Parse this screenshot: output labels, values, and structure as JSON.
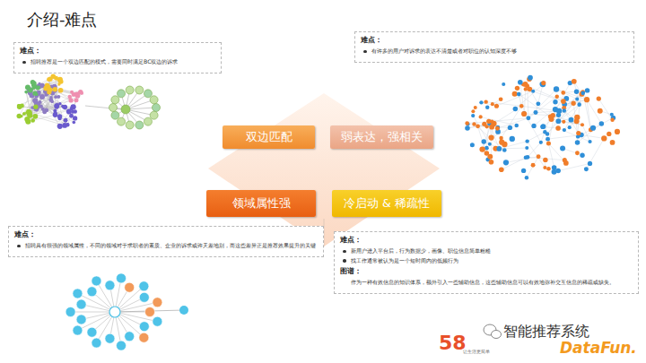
{
  "diagram": {
    "title": "介绍-难点",
    "nodes": [
      {
        "text": [
          "难点：",
          "招聘推荐是一个双边匹配的模式，需要同时满足BC双边的诉求"
        ]
      },
      {
        "text": [
          "难点：",
          "有许多的用户对诉求的表达不清楚或者对职位的认知深度不够"
        ]
      },
      {
        "text": [
          "难点：",
          "招聘具有很强的领域属性，不同的领域对于求职者的素质、企业的诉求或许天差地别，而这些差异正是推荐效果提升的关键"
        ]
      },
      {
        "text": [
          "难点：",
          "新用户进入平台后，行为数据少，画像、职位信息简单粗糙",
          "找工作通常被认为是一个短时间内的低频行为",
          "图谱：",
          "作为一种有效信息的知识体系，额外引入一些辅助信息，这些辅助信息可以有效地弥补交互信息的稀疏或缺失。"
        ]
      },
      {
        "text": [
          "双边匹配"
        ]
      },
      {
        "text": [
          "弱表达，强相关"
        ]
      },
      {
        "text": [
          "领域属性强"
        ]
      },
      {
        "text": [
          "冷启动 & 稀疏性"
        ]
      }
    ],
    "labels": [
      "58",
      "让生活更简单",
      "智能推荐系统",
      "DataFun."
    ]
  }
}
